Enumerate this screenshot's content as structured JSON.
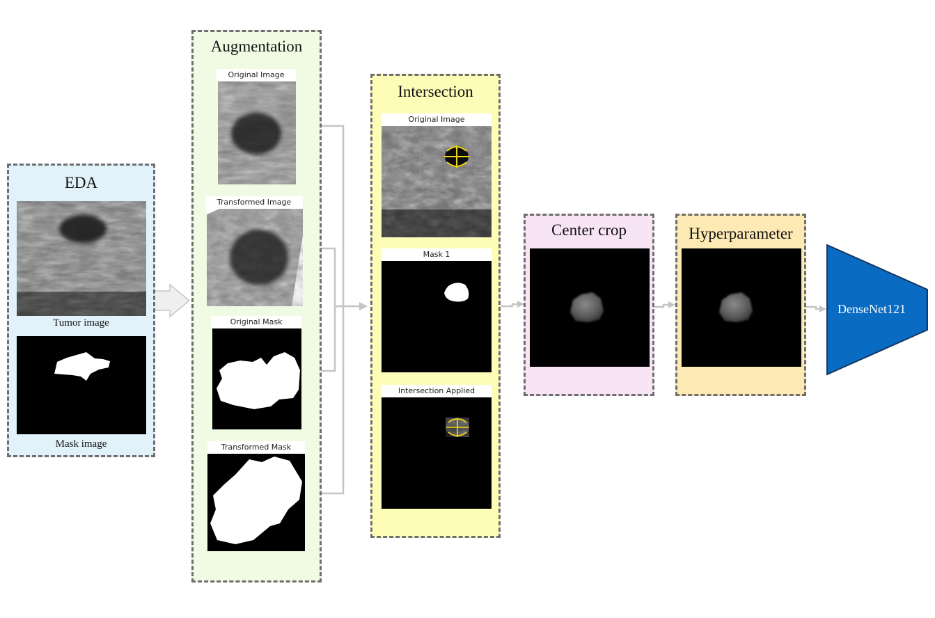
{
  "eda": {
    "title": "EDA",
    "tumor_caption": "Tumor image",
    "mask_caption": "Mask image",
    "bg": "#e1f2fb"
  },
  "augmentation": {
    "title": "Augmentation",
    "captions": [
      "Original Image",
      "Transformed Image",
      "Original Mask",
      "Transformed Mask"
    ],
    "bg": "#f0fbe3"
  },
  "intersection": {
    "title": "Intersection",
    "captions": [
      "Original Image",
      "Mask 1",
      "Intersection Applied"
    ],
    "bg": "#fefdb8"
  },
  "center_crop": {
    "title": "Center crop",
    "bg": "#f7e4f4"
  },
  "hyperparameter": {
    "title": "Hyperparameter",
    "bg": "#fde9b4"
  },
  "model": {
    "label": "DenseNet121",
    "color": "#0a6bc2",
    "border": "#14365e"
  }
}
